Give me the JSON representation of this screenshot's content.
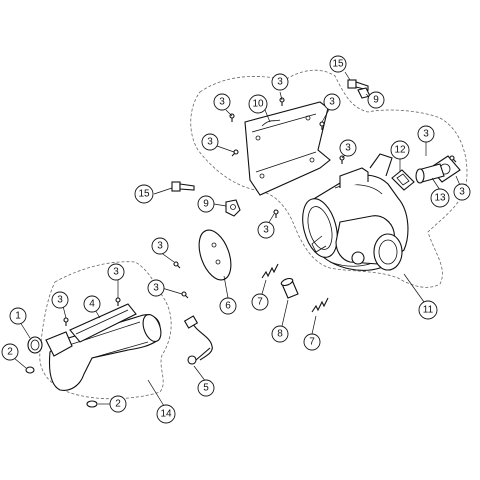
{
  "callouts": {
    "c1": "1",
    "c2a": "2",
    "c2b": "2",
    "c3_1": "3",
    "c3_2": "3",
    "c3_3": "3",
    "c3_4": "3",
    "c3_5": "3",
    "c3_6": "3",
    "c3_7": "3",
    "c3_8": "3",
    "c3_9": "3",
    "c3_10": "3",
    "c3_11": "3",
    "c4": "4",
    "c5": "5",
    "c6": "6",
    "c7a": "7",
    "c7b": "7",
    "c8": "8",
    "c9a": "9",
    "c9b": "9",
    "c10": "10",
    "c11": "11",
    "c12": "12",
    "c13": "13",
    "c14": "14",
    "c15a": "15",
    "c15b": "15"
  }
}
